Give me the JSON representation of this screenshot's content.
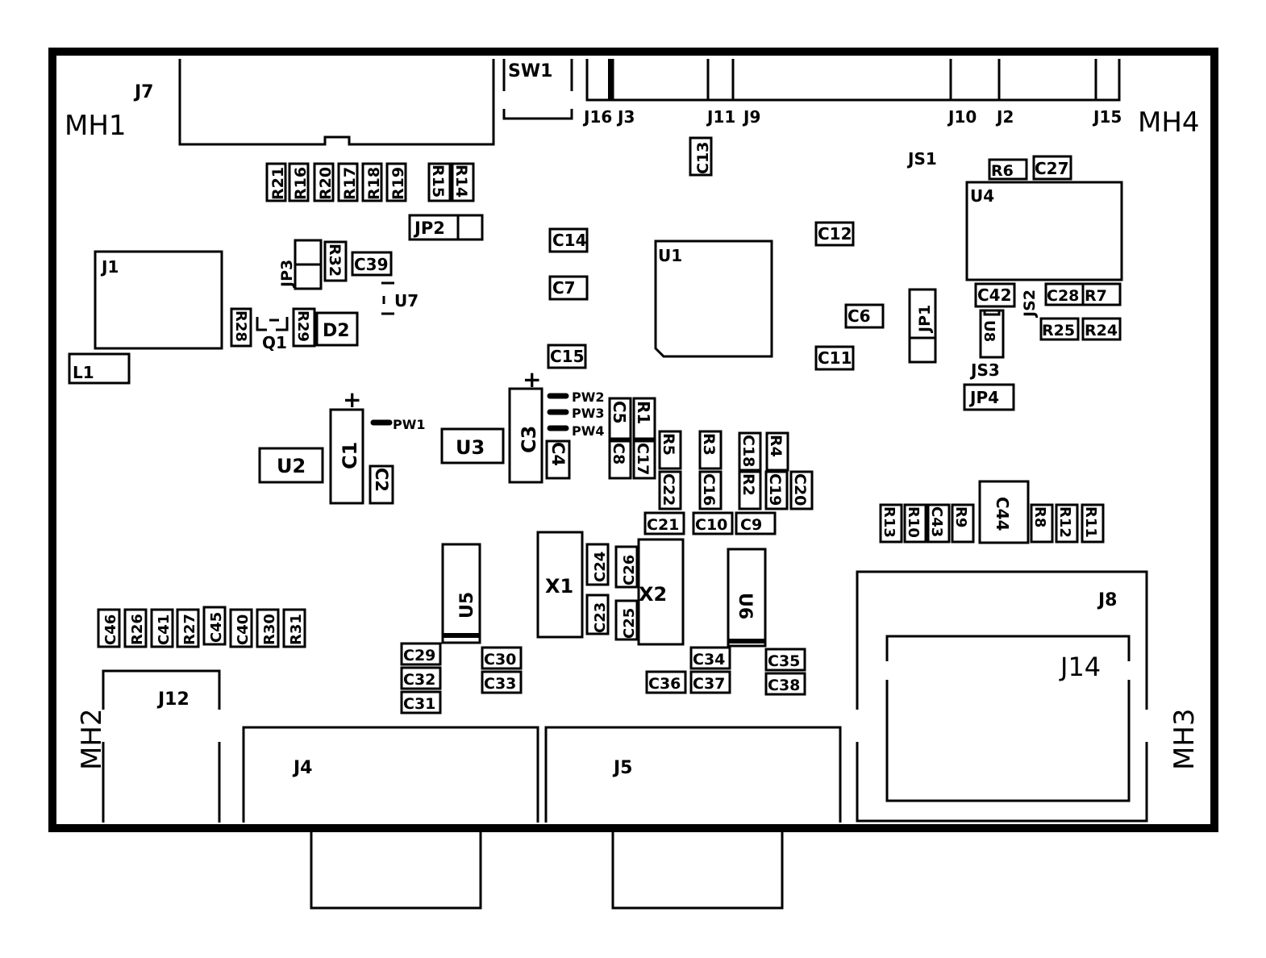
{
  "mounting_holes": {
    "mh1": "MH1",
    "mh2": "MH2",
    "mh3": "MH3",
    "mh4": "MH4"
  },
  "connectors": {
    "j1": "J1",
    "j2": "J2",
    "j3": "J3",
    "j4": "J4",
    "j5": "J5",
    "j7": "J7",
    "j8": "J8",
    "j9": "J9",
    "j10": "J10",
    "j11": "J11",
    "j12": "J12",
    "j14": "J14",
    "j15": "J15",
    "j16": "J16"
  },
  "switches": {
    "sw1": "SW1"
  },
  "jumpers": {
    "jp1": "JP1",
    "jp2": "JP2",
    "jp3": "JP3",
    "jp4": "JP4",
    "js1": "JS1",
    "js2": "JS2",
    "js3": "JS3"
  },
  "ics": {
    "u1": "U1",
    "u2": "U2",
    "u3": "U3",
    "u4": "U4",
    "u5": "U5",
    "u6": "U6",
    "u7": "U7",
    "u8": "U8"
  },
  "crystals": {
    "x1": "X1",
    "x2": "X2"
  },
  "misc": {
    "d2": "D2",
    "q1": "Q1",
    "l1": "L1",
    "pw1": "PW1",
    "pw2": "PW2",
    "pw3": "PW3",
    "pw4": "PW4",
    "plus": "+"
  },
  "resistors": {
    "r1": "R1",
    "r2": "R2",
    "r3": "R3",
    "r4": "R4",
    "r5": "R5",
    "r6": "R6",
    "r7": "R7",
    "r8": "R8",
    "r9": "R9",
    "r10": "R10",
    "r11": "R11",
    "r12": "R12",
    "r13": "R13",
    "r14": "R14",
    "r15": "R15",
    "r16": "R16",
    "r17": "R17",
    "r18": "R18",
    "r19": "R19",
    "r20": "R20",
    "r21": "R21",
    "r24": "R24",
    "r25": "R25",
    "r26": "R26",
    "r27": "R27",
    "r28": "R28",
    "r29": "R29",
    "r30": "R30",
    "r31": "R31",
    "r32": "R32"
  },
  "capacitors": {
    "c1": "C1",
    "c2": "C2",
    "c3": "C3",
    "c4": "C4",
    "c5": "C5",
    "c6": "C6",
    "c7": "C7",
    "c8": "C8",
    "c9": "C9",
    "c10": "C10",
    "c11": "C11",
    "c12": "C12",
    "c13": "C13",
    "c14": "C14",
    "c15": "C15",
    "c16": "C16",
    "c17": "C17",
    "c18": "C18",
    "c19": "C19",
    "c20": "C20",
    "c21": "C21",
    "c22": "C22",
    "c23": "C23",
    "c24": "C24",
    "c25": "C25",
    "c26": "C26",
    "c27": "C27",
    "c28": "C28",
    "c29": "C29",
    "c30": "C30",
    "c31": "C31",
    "c32": "C32",
    "c33": "C33",
    "c34": "C34",
    "c35": "C35",
    "c36": "C36",
    "c37": "C37",
    "c38": "C38",
    "c39": "C39",
    "c40": "C40",
    "c41": "C41",
    "c42": "C42",
    "c43": "C43",
    "c44": "C44",
    "c45": "C45",
    "c46": "C46"
  }
}
